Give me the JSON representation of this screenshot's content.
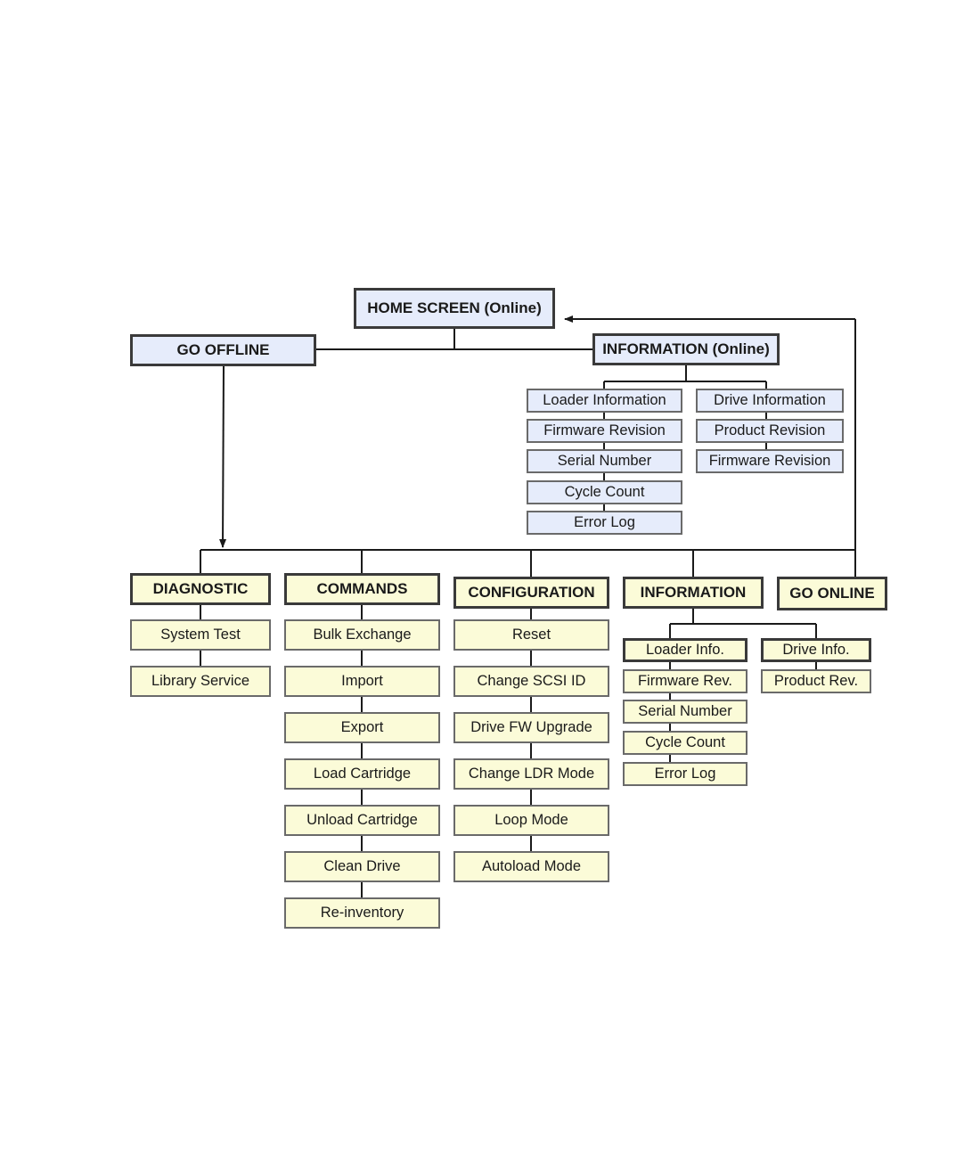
{
  "home": {
    "label": "HOME SCREEN (Online)"
  },
  "go_offline": {
    "label": "GO OFFLINE"
  },
  "info_online": {
    "label": "INFORMATION (Online)",
    "loader": [
      "Loader Information",
      "Firmware Revision",
      "Serial Number",
      "Cycle Count",
      "Error Log"
    ],
    "drive": [
      "Drive Information",
      "Product Revision",
      "Firmware Revision"
    ]
  },
  "offline_menu": {
    "diagnostic": {
      "label": "DIAGNOSTIC",
      "items": [
        "System Test",
        "Library Service"
      ]
    },
    "commands": {
      "label": "COMMANDS",
      "items": [
        "Bulk Exchange",
        "Import",
        "Export",
        "Load Cartridge",
        "Unload Cartridge",
        "Clean Drive",
        "Re-inventory"
      ]
    },
    "configuration": {
      "label": "CONFIGURATION",
      "items": [
        "Reset",
        "Change SCSI ID",
        "Drive FW Upgrade",
        "Change LDR Mode",
        "Loop Mode",
        "Autoload Mode"
      ]
    },
    "information": {
      "label": "INFORMATION",
      "loader": [
        "Loader Info.",
        "Firmware Rev.",
        "Serial Number",
        "Cycle Count",
        "Error Log"
      ],
      "drive": [
        "Drive Info.",
        "Product Rev."
      ]
    },
    "go_online": {
      "label": "GO ONLINE"
    }
  },
  "colors": {
    "online_fill": "#e6ecfb",
    "offline_fill": "#fbfbd8",
    "line": "#1a1a1a"
  }
}
